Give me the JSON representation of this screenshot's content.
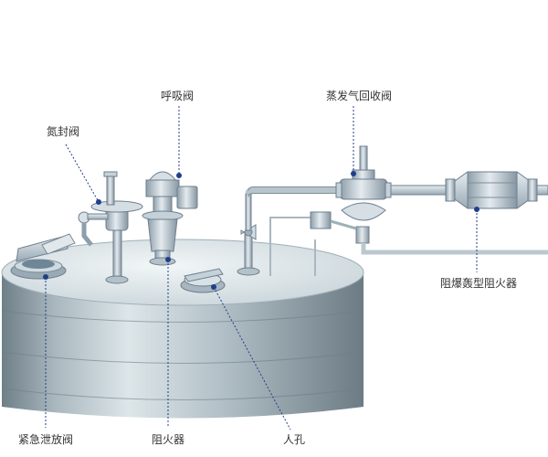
{
  "labels": {
    "nitrogen_seal_valve": "氮封阀",
    "breather_valve": "呼吸阀",
    "vapor_recovery_valve": "蒸发气回收阀",
    "detonation_flame_arrester": "阻爆轰型阻火器",
    "emergency_relief_valve": "紧急泄放阀",
    "flame_arrester": "阻火器",
    "manhole": "人孔"
  },
  "colors": {
    "leader": "#1f3f8a",
    "tank_body_light": "#d7e1e4",
    "tank_body_dark": "#7f8e96",
    "tank_roof": "#e4ecee",
    "fitting": "#b9c7d0",
    "pipe": "#c5d1d8"
  }
}
